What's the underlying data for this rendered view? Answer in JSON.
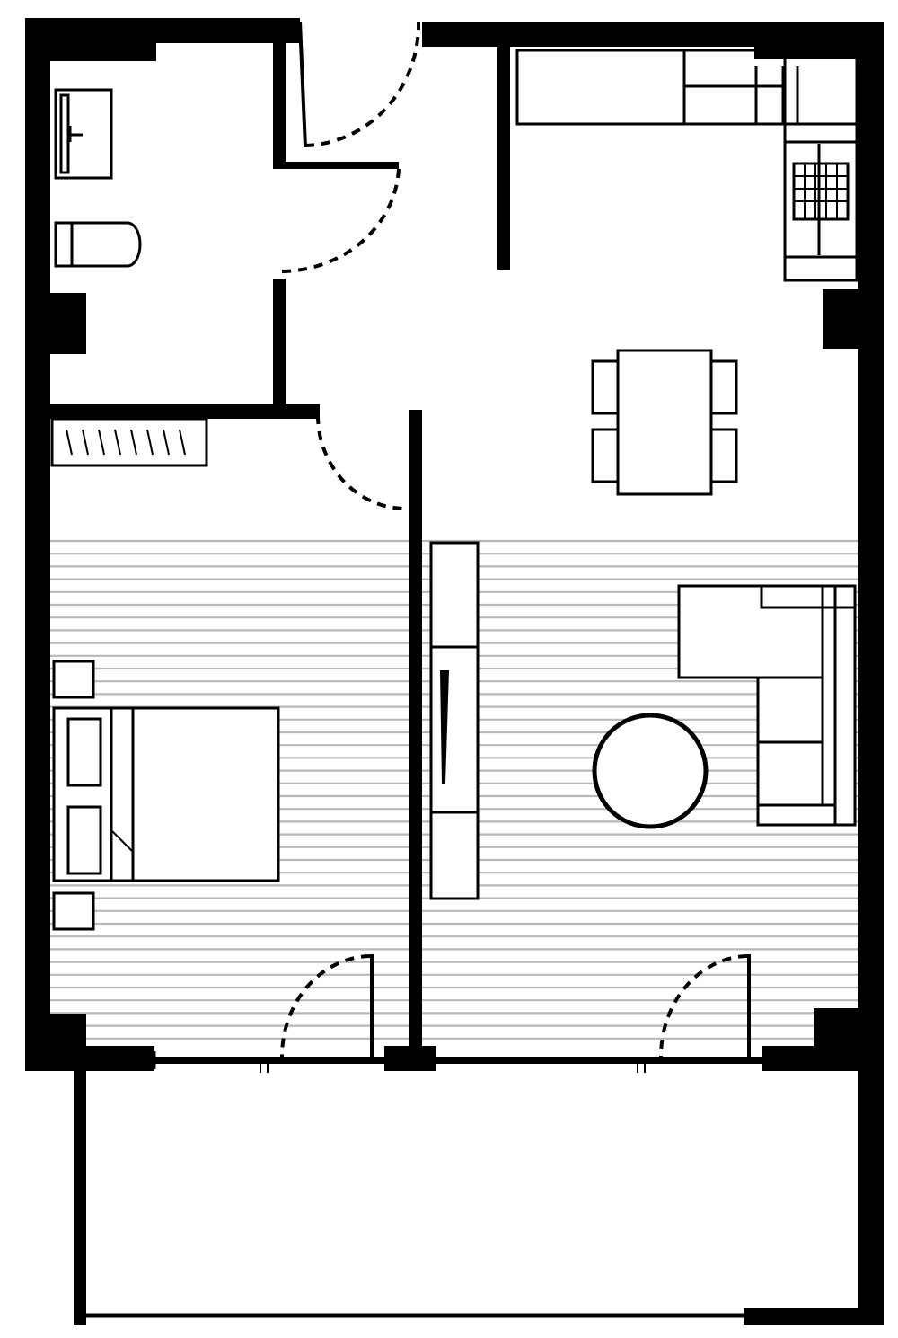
{
  "plan": {
    "rooms": [
      "bathroom",
      "hall",
      "kitchen-dining",
      "bedroom",
      "living-room",
      "balcony"
    ],
    "colors": {
      "wall": "#000000",
      "floor_hatch": "#b8b8b8",
      "background": "#ffffff"
    },
    "flooring": "hatched-floorboards"
  }
}
